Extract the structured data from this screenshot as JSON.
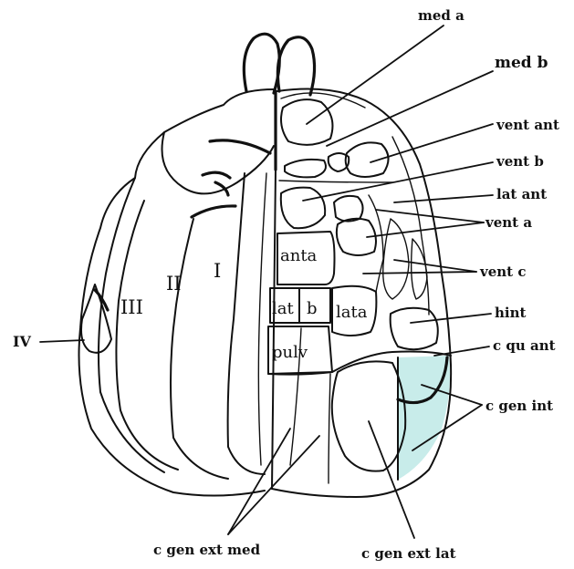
{
  "figure": {
    "highlight_color": "#c8ecea",
    "ink_color": "#111111",
    "callouts": {
      "med_a": "med a",
      "med_b": "med b",
      "vent_ant": "vent ant",
      "vent_b": "vent b",
      "lat_ant": "lat ant",
      "vent_a": "vent a",
      "vent_c": "vent c",
      "hint": "hint",
      "c_qu_ant": "c qu ant",
      "c_gen_int": "c gen int",
      "c_gen_ext_med": "c gen ext med",
      "c_gen_ext_lat": "c gen ext lat",
      "iv": "IV"
    },
    "regions": {
      "anta": "anta",
      "lat": "lat",
      "b": "b",
      "lata": "lata",
      "pulv": "pulv"
    },
    "layers": {
      "i": "I",
      "ii": "II",
      "iii": "III"
    }
  }
}
